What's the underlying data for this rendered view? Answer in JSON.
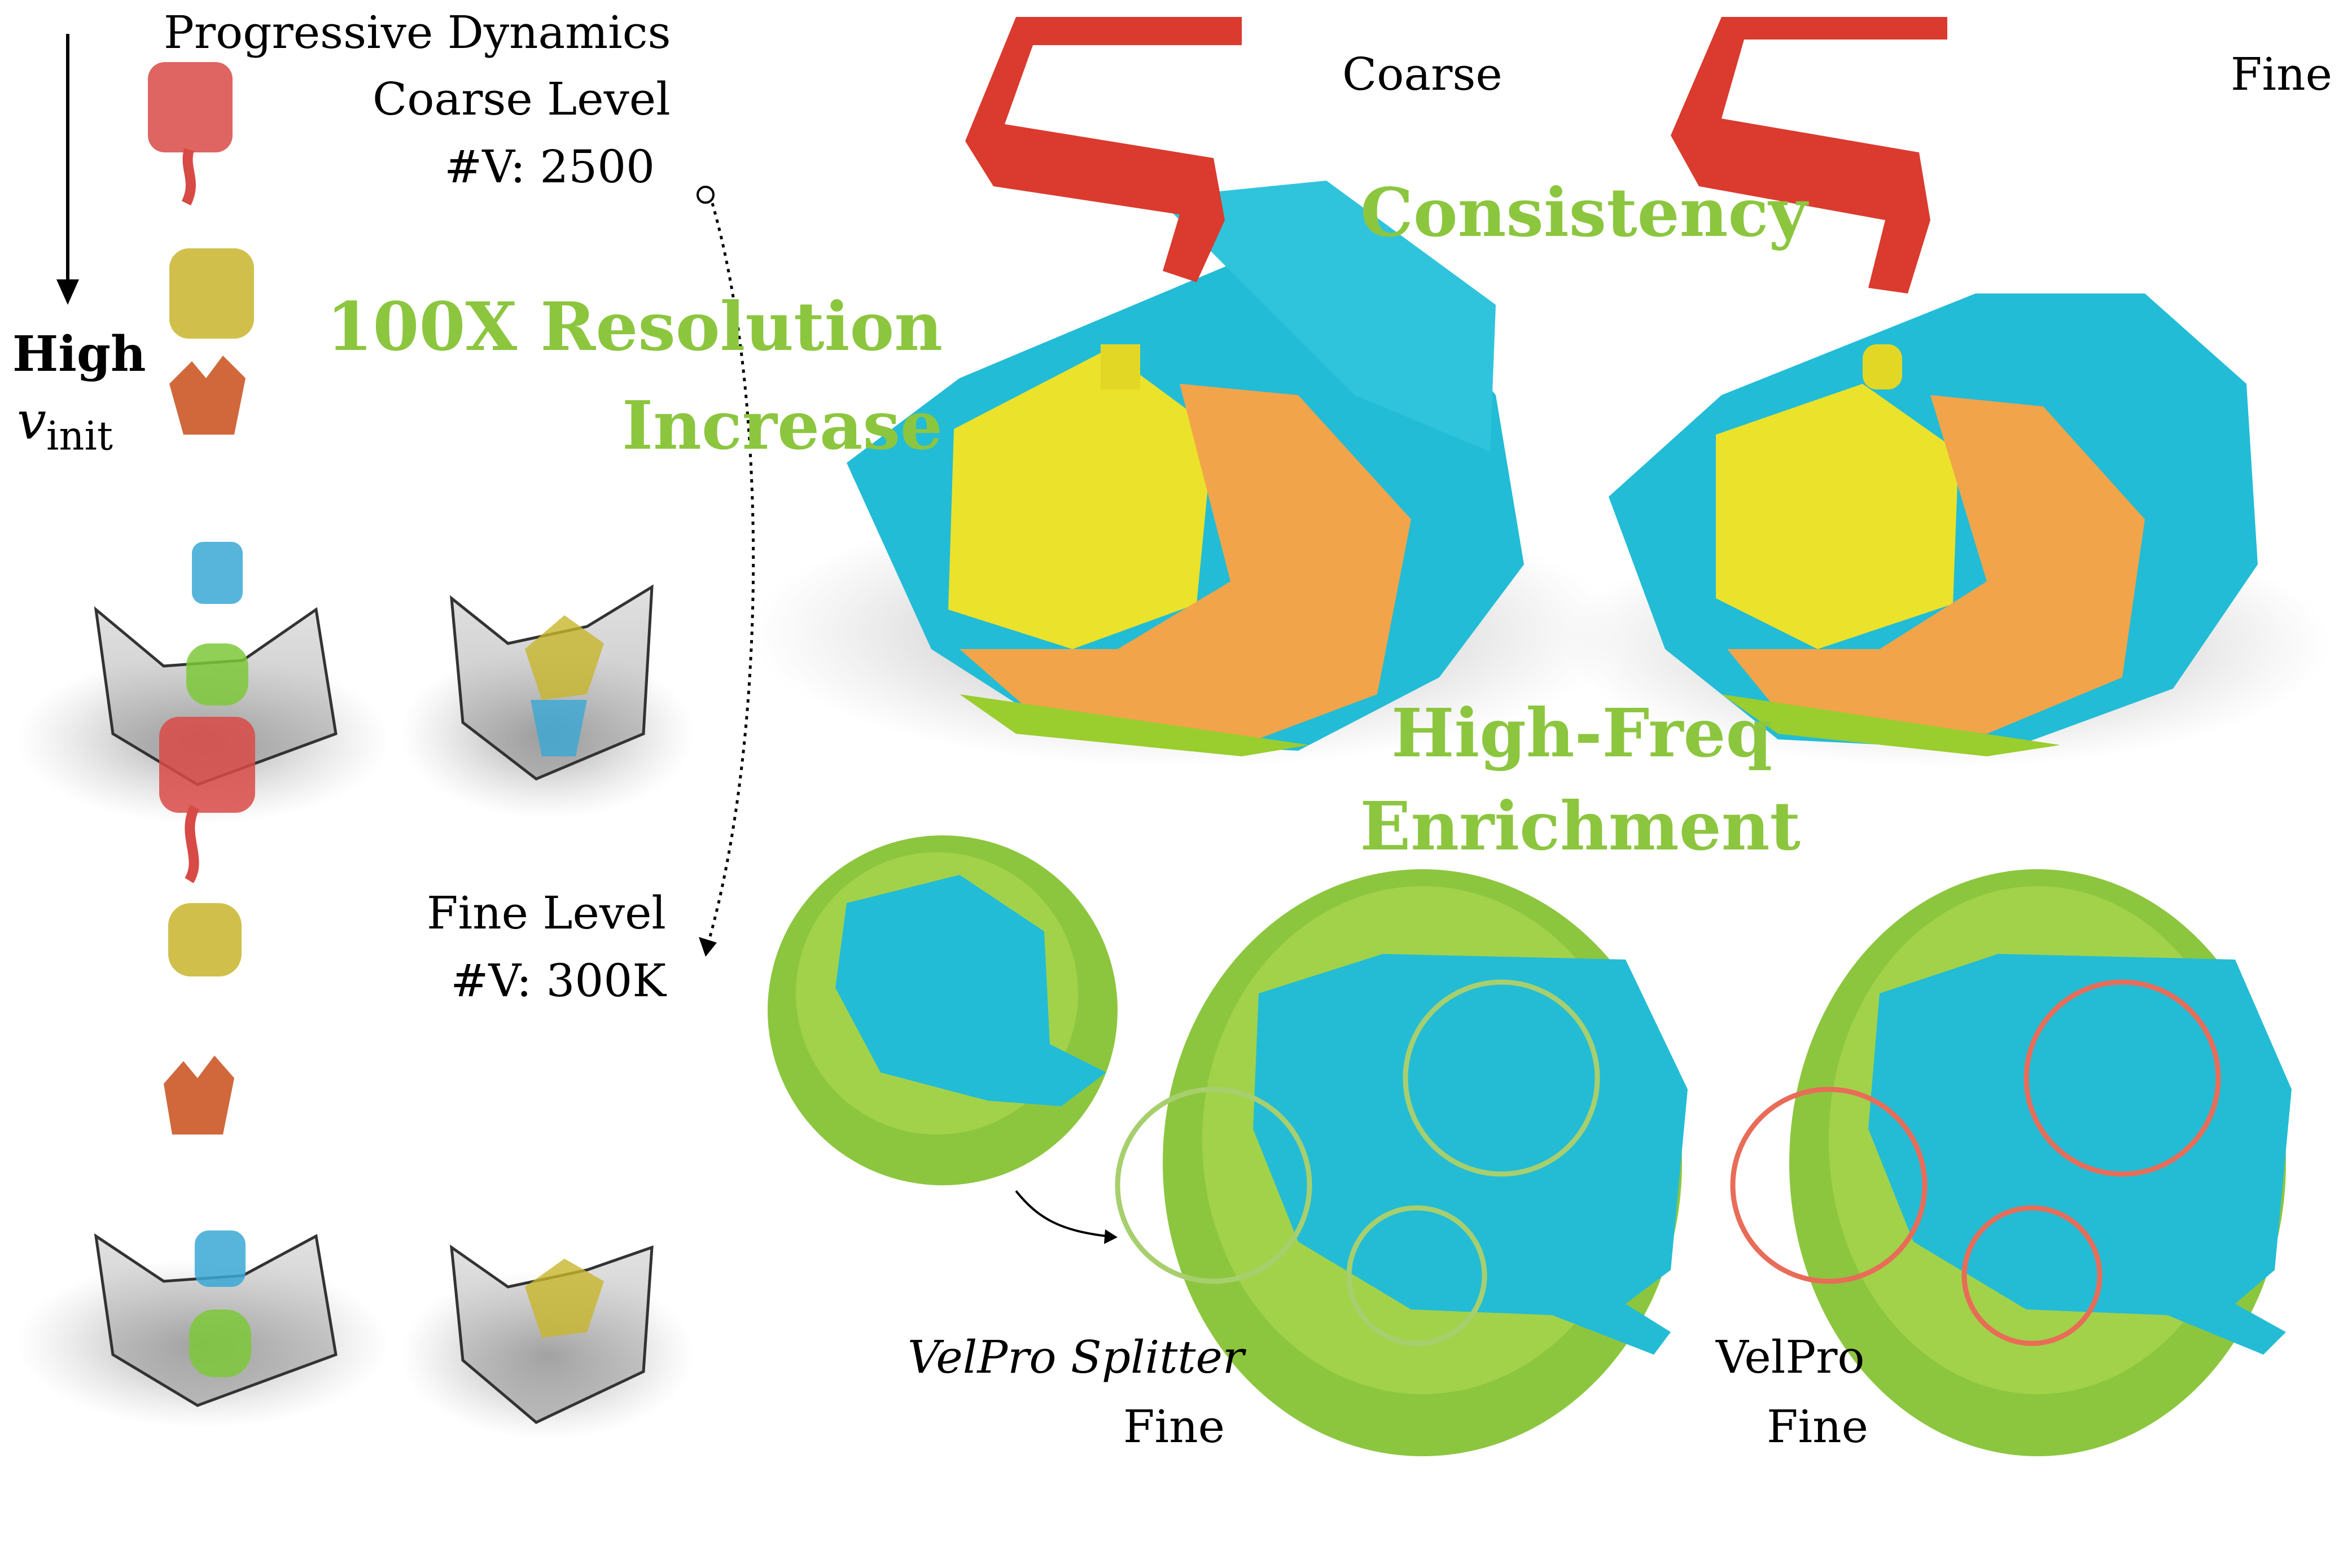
{
  "labels": {
    "top_left_title": "Progressive Dynamics",
    "coarse_level": "Coarse Level",
    "coarse_vertices": "#V: 2500",
    "high": "High",
    "v_init_symbol": "v",
    "v_init_subscript": "init",
    "fine_level": "Fine Level",
    "fine_vertices": "#V: 300K",
    "coarse": "Coarse",
    "fine": "Fine",
    "consistency": "Consistency",
    "resolution_line1": "100X Resolution",
    "resolution_line2": "Increase",
    "highfreq_line1": "High-Freq",
    "highfreq_line2": "Enrichment",
    "velpro_splitter": "VelPro Splitter",
    "velpro_splitter_fine": "Fine",
    "velpro": "VelPro",
    "velpro_fine": "Fine"
  },
  "colors": {
    "accent_green": "#8cc63f",
    "cyan": "#22bcd6",
    "yellow": "#e8e02a",
    "orange": "#f0a045",
    "red": "#d83a2f",
    "lime": "#9acd2e",
    "circle_green": "#a8cf6e",
    "circle_red": "#e86c58"
  }
}
